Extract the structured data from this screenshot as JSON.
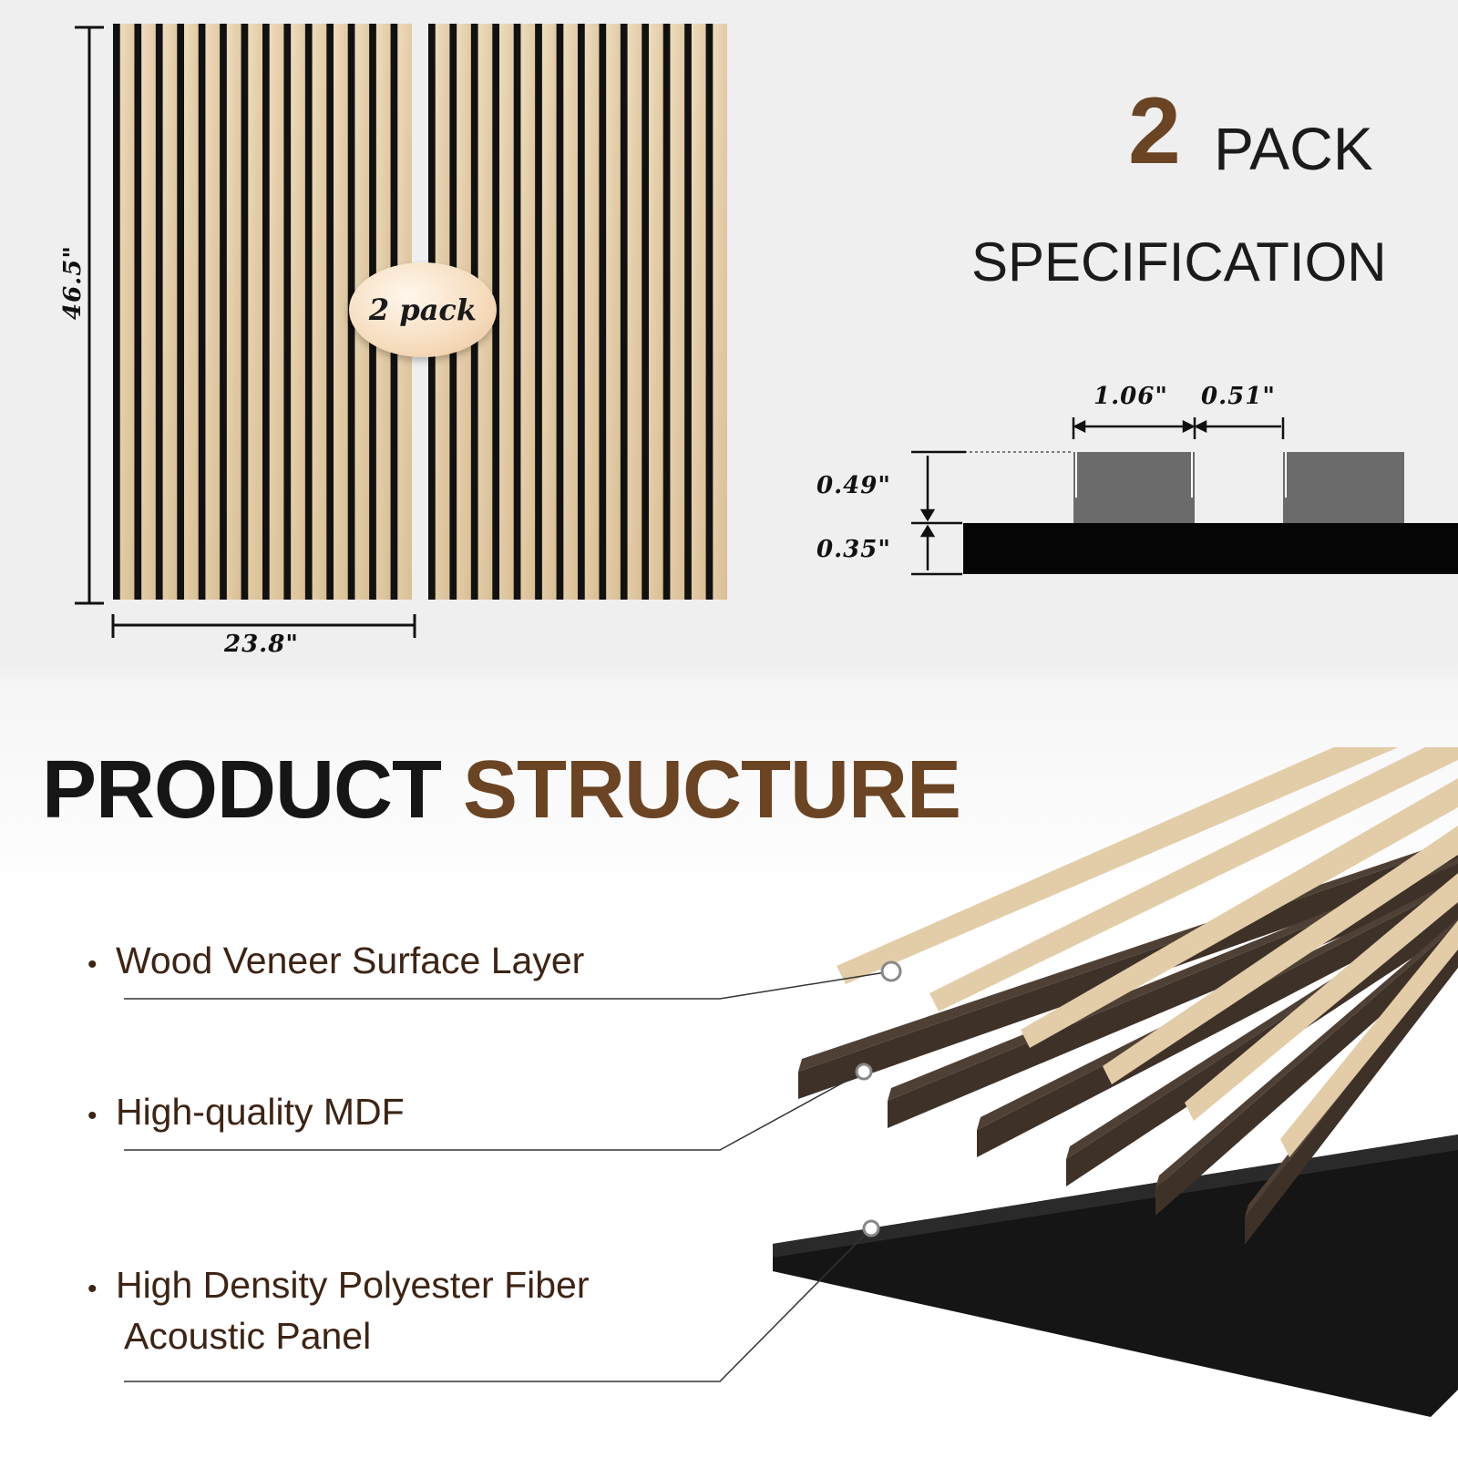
{
  "panel_dimensions": {
    "height": "46.5\"",
    "width": "23.8\"",
    "pack_badge": "2 pack"
  },
  "header": {
    "pack_number": "2",
    "pack_word": "PACK",
    "spec_title": "SPECIFICATION"
  },
  "spec_diagram": {
    "slat_width": "1.06\"",
    "slat_gap": "0.51\"",
    "slat_height": "0.49\"",
    "base_thickness": "0.35\""
  },
  "structure": {
    "title_part1": "PRODUCT",
    "title_part2": "STRUCTURE",
    "layers": [
      {
        "line1": "Wood Veneer Surface Layer",
        "line2": ""
      },
      {
        "line1": "High-quality MDF",
        "line2": ""
      },
      {
        "line1": "High Density Polyester Fiber",
        "line2": "Acoustic Panel"
      }
    ],
    "bullet": "•"
  },
  "colors": {
    "accent_brown": "#6b4423",
    "oak_light": "#e6d1ae",
    "slat_black": "#111111",
    "mdf_dark": "#3e3128",
    "felt_black": "#141414",
    "spec_grey": "#6b6b6b"
  }
}
